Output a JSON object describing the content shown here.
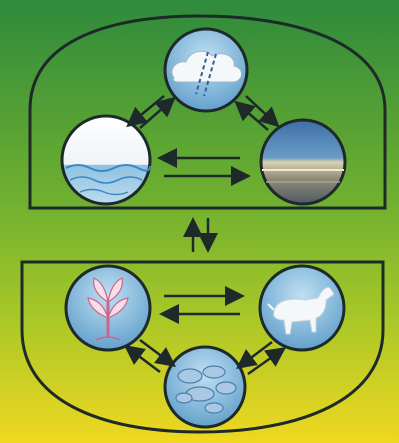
{
  "diagram": {
    "panels": [
      {
        "id": "upper",
        "nodes": [
          "cloud-rain",
          "water-surface",
          "ground-layers"
        ]
      },
      {
        "id": "lower",
        "nodes": [
          "plant",
          "animal",
          "organisms"
        ]
      }
    ],
    "node_icons": {
      "cloud-rain": "cloud-with-rain-icon",
      "water-surface": "water-surface-icon",
      "ground-layers": "soil-layers-icon",
      "plant": "plant-icon",
      "animal": "animal-icon",
      "organisms": "microorganisms-icon"
    },
    "colors": {
      "background_top": "#2f8a3c",
      "background_mid": "#8fbf2a",
      "background_bottom": "#f0d820",
      "outline": "#1e2a2a",
      "circle_sky": "#7fb6dc",
      "circle_ground": "#5a6c7a",
      "cloud": "#f4f8fa"
    }
  }
}
